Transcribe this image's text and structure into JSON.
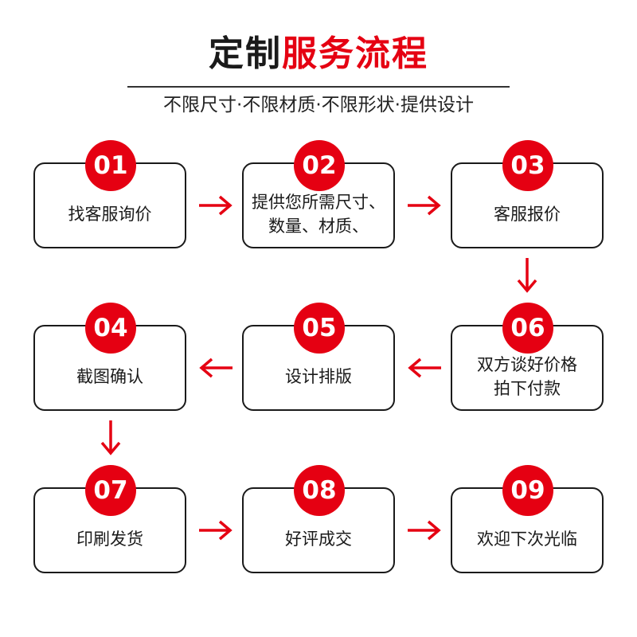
{
  "header": {
    "title_part1": "定制",
    "title_part2": "服务流程",
    "subtitle": "不限尺寸·不限材质·不限形状·提供设计"
  },
  "steps": [
    {
      "number": "01",
      "label": "找客服询价"
    },
    {
      "number": "02",
      "label": "提供您所需尺寸、\n数量、材质、"
    },
    {
      "number": "03",
      "label": "客服报价"
    },
    {
      "number": "04",
      "label": "截图确认"
    },
    {
      "number": "05",
      "label": "设计排版"
    },
    {
      "number": "06",
      "label": "双方谈好价格\n拍下付款"
    },
    {
      "number": "07",
      "label": "印刷发货"
    },
    {
      "number": "08",
      "label": "好评成交"
    },
    {
      "number": "09",
      "label": "欢迎下次光临"
    }
  ],
  "colors": {
    "accent": "#e50012",
    "text": "#1a1a1a",
    "border": "#1a1a1a",
    "background": "#ffffff"
  },
  "icons": {
    "flow_arrow": "arrow-icon"
  }
}
